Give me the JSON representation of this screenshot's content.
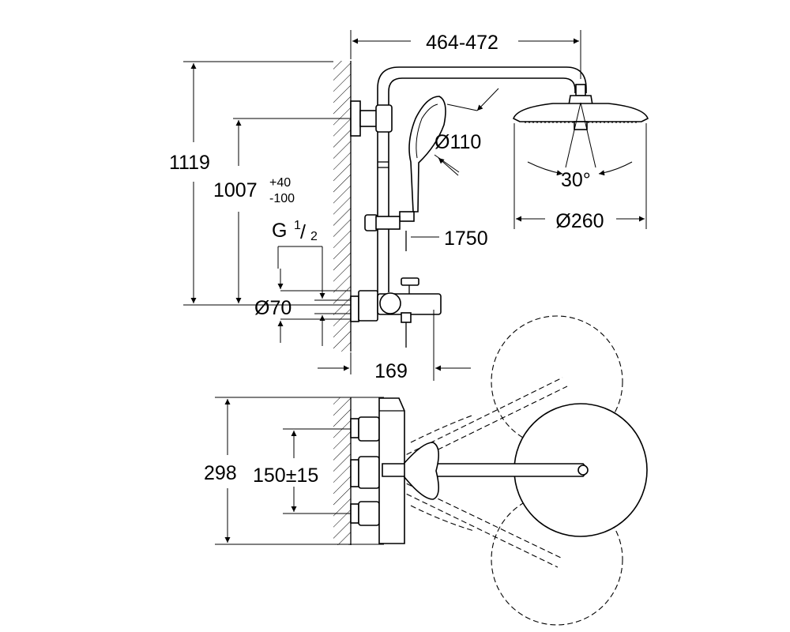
{
  "dimensions": {
    "arm_length": "464-472",
    "total_height": "1119",
    "outlet_height": "1007",
    "outlet_tol_plus": "+40",
    "outlet_tol_minus": "-100",
    "thread_g": "G",
    "thread_num": "1",
    "thread_den": "/",
    "thread_den2": "2",
    "rosette_dia": "Ø70",
    "spout_proj": "169",
    "hand_shower_dia": "Ø110",
    "hose_length": "1750",
    "head_shower_dia": "Ø260",
    "tilt_angle": "30°",
    "plan_depth": "298",
    "centres": "150±15"
  }
}
